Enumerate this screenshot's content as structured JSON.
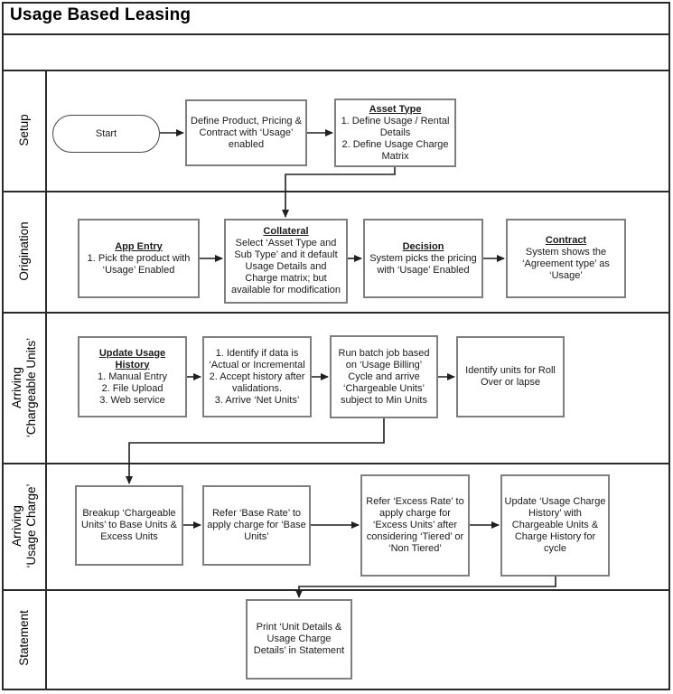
{
  "title": "Usage Based Leasing",
  "lanes": [
    {
      "name": "setup",
      "lines": [
        "Setup"
      ]
    },
    {
      "name": "origination",
      "lines": [
        "Origination"
      ]
    },
    {
      "name": "arriving-chargeable-units",
      "lines": [
        "Arriving",
        "‘Chargeable Units’"
      ]
    },
    {
      "name": "arriving-usage-charge",
      "lines": [
        "Arriving",
        "‘Usage Charge’"
      ]
    },
    {
      "name": "statement",
      "lines": [
        "Statement"
      ]
    }
  ],
  "nodes": {
    "start": {
      "label": "Start"
    },
    "define_product": {
      "text": "Define Product, Pricing & Contract with ‘Usage’ enabled"
    },
    "asset_type": {
      "title": "Asset Type",
      "lines": [
        "1. Define Usage / Rental Details",
        "2. Define Usage Charge Matrix"
      ]
    },
    "app_entry": {
      "title": "App Entry",
      "lines": [
        "1. Pick the product with ‘Usage’ Enabled"
      ]
    },
    "collateral": {
      "title": "Collateral",
      "text": "Select ‘Asset Type and Sub Type’ and it default Usage Details and Charge matrix; but available for modification"
    },
    "decision": {
      "title": "Decision",
      "text": "System picks the pricing with ‘Usage’ Enabled"
    },
    "contract": {
      "title": "Contract",
      "text": "System shows the ‘Agreement type’ as ‘Usage’"
    },
    "update_usage_history": {
      "title": "Update Usage History",
      "lines": [
        "1. Manual Entry",
        "2. File Upload",
        "3. Web service"
      ]
    },
    "identify_data": {
      "lines": [
        "1. Identify if data is ‘Actual or Incremental",
        "2. Accept history after validations.",
        "3. Arrive ‘Net Units’"
      ]
    },
    "run_batch": {
      "text": "Run batch job based on ‘Usage Billing’ Cycle and arrive ‘Chargeable Units’ subject to Min Units"
    },
    "identify_units": {
      "text": "Identify units for Roll Over or lapse"
    },
    "breakup": {
      "text": "Breakup ‘Chargeable Units’ to Base Units & Excess Units"
    },
    "base_rate": {
      "text": "Refer ‘Base Rate’ to apply charge for ‘Base Units’"
    },
    "excess_rate": {
      "text": "Refer ‘Excess Rate’ to apply charge for ‘Excess Units’ after considering ‘Tiered’ or ‘Non Tiered’"
    },
    "update_charge_history": {
      "text": "Update ‘Usage Charge History’ with Chargeable Units & Charge History for cycle"
    },
    "print_statement": {
      "text": "Print ‘Unit Details & Usage Charge Details’ in Statement"
    }
  },
  "edges": [
    {
      "from": "start",
      "to": "define_product"
    },
    {
      "from": "define_product",
      "to": "asset_type"
    },
    {
      "from": "asset_type",
      "to": "collateral"
    },
    {
      "from": "app_entry",
      "to": "collateral"
    },
    {
      "from": "collateral",
      "to": "decision"
    },
    {
      "from": "decision",
      "to": "contract"
    },
    {
      "from": "update_usage_history",
      "to": "identify_data"
    },
    {
      "from": "identify_data",
      "to": "run_batch"
    },
    {
      "from": "run_batch",
      "to": "identify_units"
    },
    {
      "from": "run_batch",
      "to": "breakup"
    },
    {
      "from": "breakup",
      "to": "base_rate"
    },
    {
      "from": "base_rate",
      "to": "excess_rate"
    },
    {
      "from": "excess_rate",
      "to": "update_charge_history"
    },
    {
      "from": "update_charge_history",
      "to": "print_statement"
    }
  ]
}
